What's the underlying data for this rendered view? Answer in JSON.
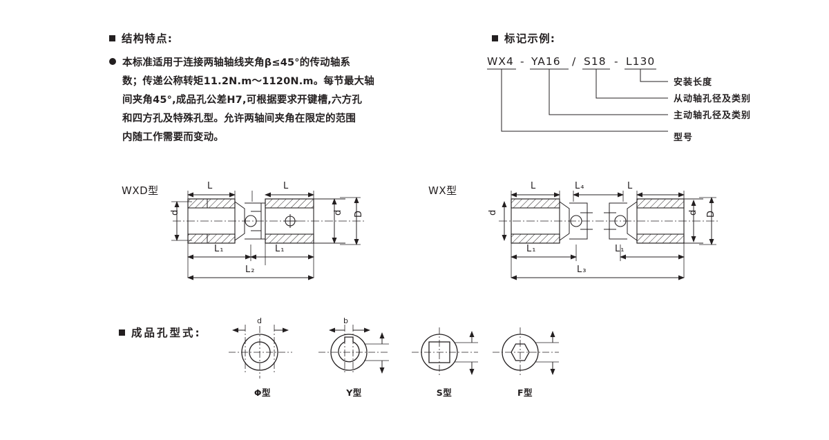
{
  "structure_section": {
    "heading": "结构特点:",
    "body_lines": [
      "本标准适用于连接两轴轴线夹角β≤45°的传动轴系",
      "数；传递公称转矩11.2N.m～1120N.m。每节最大轴",
      "间夹角45°,成品孔公差H7,可根据要求开键槽,六方孔",
      "和四方孔及特殊孔型。允许两轴间夹角在限定的范围",
      "内随工作需要而变动。"
    ]
  },
  "marking_section": {
    "heading": "标记示例:",
    "code_parts": [
      "WX4",
      "-",
      "YA16",
      "/",
      "S18",
      "-",
      "L130"
    ],
    "legends": [
      "安装长度",
      "从动轴孔径及类别",
      "主动轴孔径及类别",
      "型号"
    ]
  },
  "drawings": {
    "wxd": {
      "title": "WXD型",
      "dims": {
        "top_left": "L",
        "top_right": "L",
        "mid_left": "L₁",
        "mid_right": "L₁",
        "overall": "L₂",
        "bore_left": "d",
        "bore_right": "d",
        "outer": "D"
      }
    },
    "wx": {
      "title": "WX型",
      "dims": {
        "top_left": "L",
        "top_mid": "L₄",
        "top_right": "L",
        "mid_left": "L₁",
        "mid_right": "L₁",
        "overall": "L₃",
        "bore_left": "d",
        "bore_right": "d",
        "outer": "D"
      }
    }
  },
  "bore_section": {
    "heading": "成品孔型式:",
    "types": [
      {
        "label": "Φ型",
        "dim": "d"
      },
      {
        "label": "Y型",
        "dim": "b"
      },
      {
        "label": "S型",
        "dim": ""
      },
      {
        "label": "F型",
        "dim": ""
      }
    ]
  },
  "colors": {
    "ink": "#231f20",
    "background": "#ffffff"
  }
}
